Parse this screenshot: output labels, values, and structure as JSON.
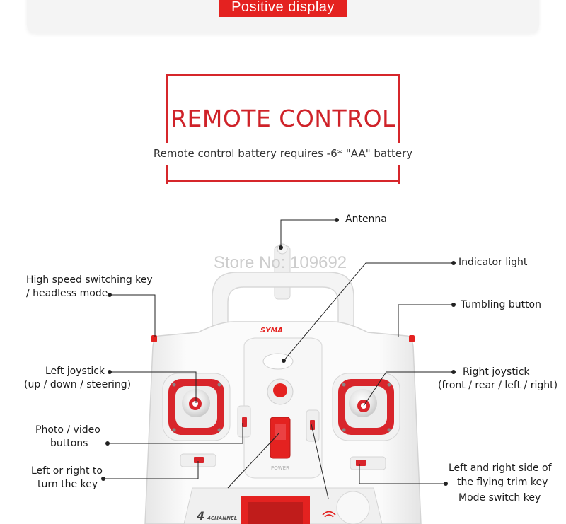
{
  "banner": {
    "text": "Positive display"
  },
  "section": {
    "title": "REMOTE CONTROL",
    "subtitle": "Remote control battery requires -6* \"AA\" battery"
  },
  "watermark": "Store No: 109692",
  "device": {
    "brand": "SYMA",
    "power_label": "POWER",
    "channel_label": "4CHANNEL",
    "brand_color": "#e42220"
  },
  "callouts": {
    "antenna": "Antenna",
    "indicator_light": "Indicator light",
    "high_speed_line1": "High speed switching key",
    "high_speed_line2": "/ headless mode",
    "tumbling_button": "Tumbling button",
    "left_joystick_line1": "Left joystick",
    "left_joystick_line2": "(up / down / steering)",
    "right_joystick_line1": "Right joystick",
    "right_joystick_line2": "(front / rear / left / right)",
    "photo_video_line1": "Photo / video",
    "photo_video_line2": "buttons",
    "left_right_turn_line1": "Left or right to",
    "left_right_turn_line2": "turn the key",
    "trim_line1": "Left and right side of",
    "trim_line2": "the flying trim key",
    "mode_switch": "Mode switch key"
  }
}
